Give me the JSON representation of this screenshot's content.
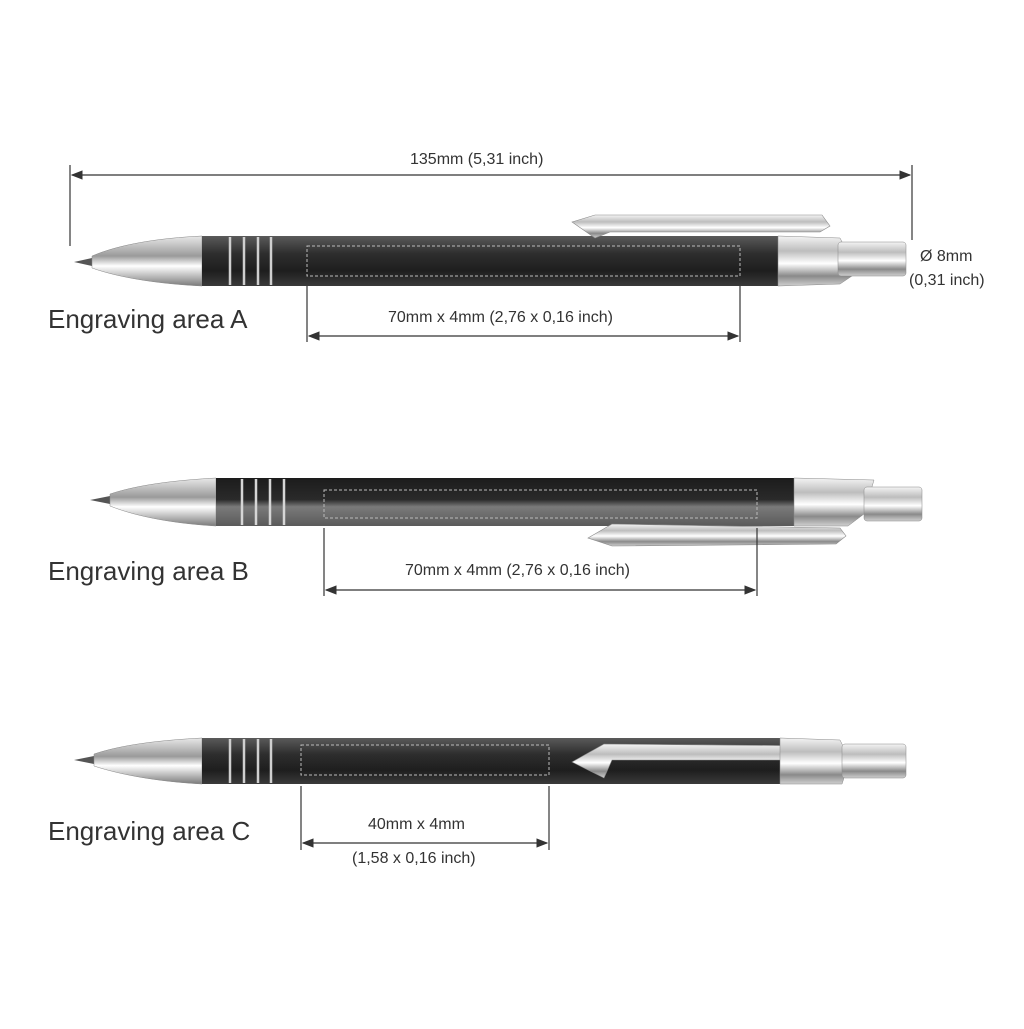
{
  "overall_length": "135mm (5,31 inch)",
  "diameter": {
    "mm": "Ø 8mm",
    "inch": "(0,31 inch)"
  },
  "areas": [
    {
      "label": "Engraving area A",
      "size": "70mm x 4mm (2,76 x 0,16 inch)"
    },
    {
      "label": "Engraving area B",
      "size": "70mm x 4mm (2,76 x 0,16 inch)"
    },
    {
      "label": "Engraving area C",
      "size_mm": "40mm x 4mm",
      "size_inch": "(1,58 x 0,16 inch)"
    }
  ],
  "colors": {
    "barrel": "#2b2b2b",
    "barrel_light": "#4a4a4a",
    "chrome": "#d9d9d9",
    "dimension_line": "#333333"
  }
}
